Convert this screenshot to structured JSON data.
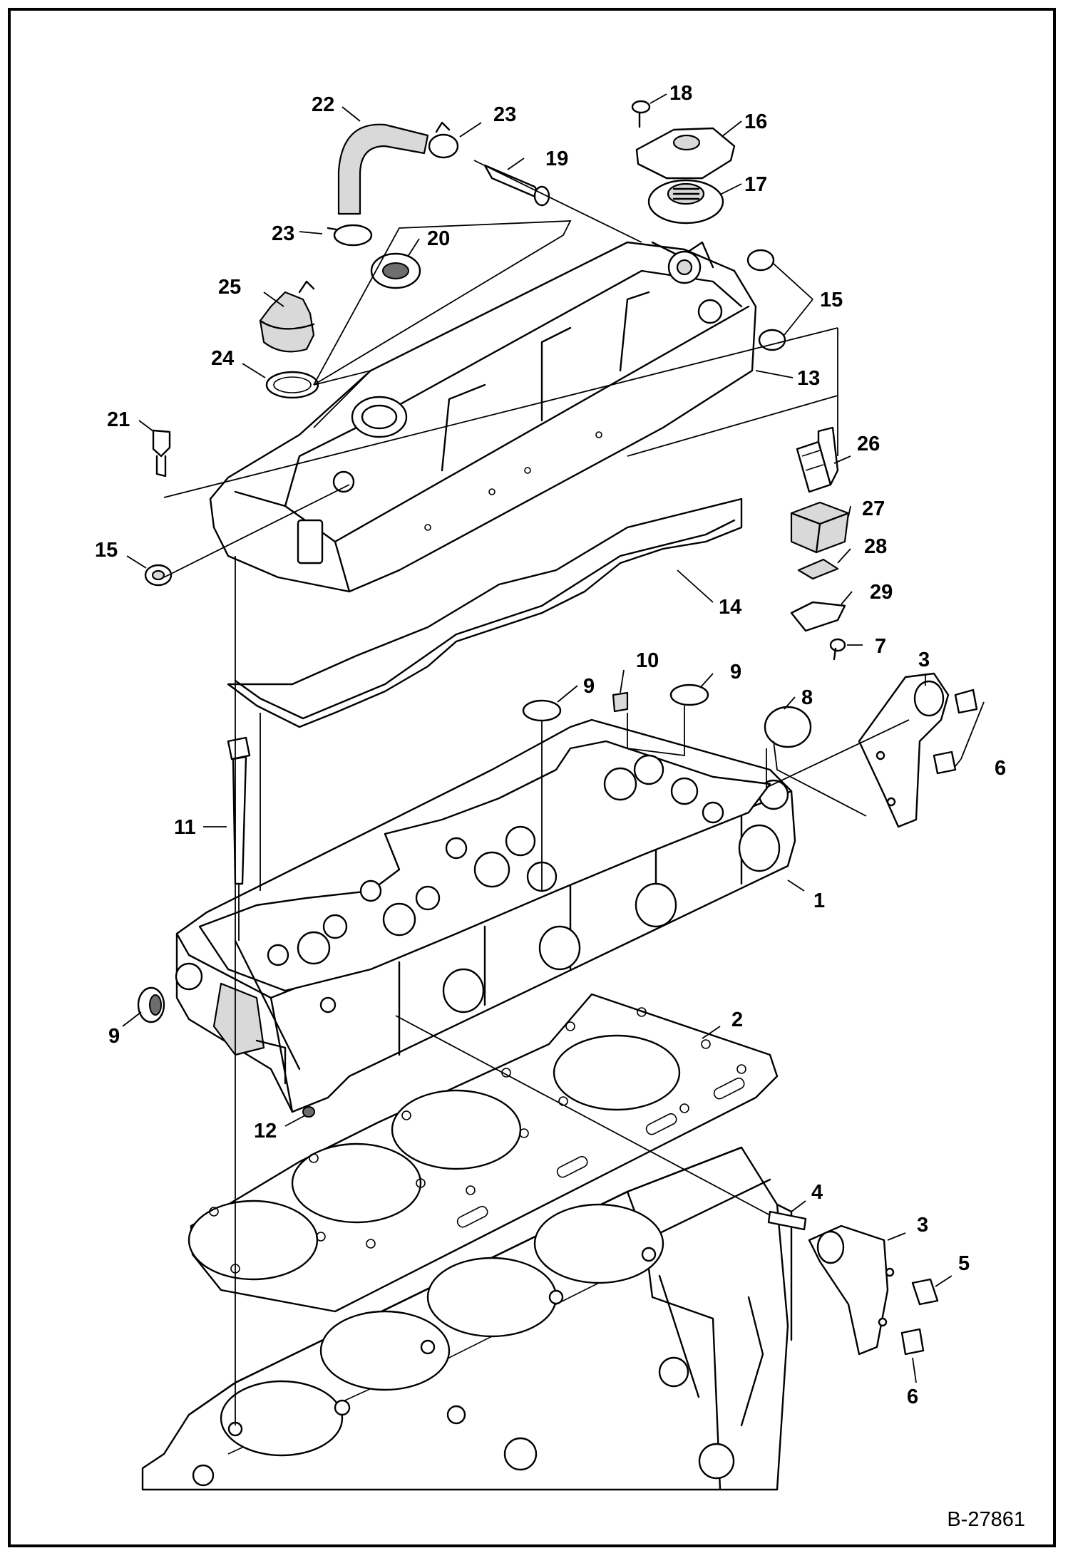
{
  "diagram": {
    "reference_id": "B-27861",
    "callouts": [
      {
        "id": "c1",
        "label": "1"
      },
      {
        "id": "c2",
        "label": "2"
      },
      {
        "id": "c3a",
        "label": "3"
      },
      {
        "id": "c3b",
        "label": "3"
      },
      {
        "id": "c4",
        "label": "4"
      },
      {
        "id": "c5",
        "label": "5"
      },
      {
        "id": "c6a",
        "label": "6"
      },
      {
        "id": "c6b",
        "label": "6"
      },
      {
        "id": "c7",
        "label": "7"
      },
      {
        "id": "c8",
        "label": "8"
      },
      {
        "id": "c9a",
        "label": "9"
      },
      {
        "id": "c9b",
        "label": "9"
      },
      {
        "id": "c9c",
        "label": "9"
      },
      {
        "id": "c10",
        "label": "10"
      },
      {
        "id": "c11",
        "label": "11"
      },
      {
        "id": "c12",
        "label": "12"
      },
      {
        "id": "c13",
        "label": "13"
      },
      {
        "id": "c14",
        "label": "14"
      },
      {
        "id": "c15a",
        "label": "15"
      },
      {
        "id": "c15b",
        "label": "15"
      },
      {
        "id": "c16",
        "label": "16"
      },
      {
        "id": "c17",
        "label": "17"
      },
      {
        "id": "c18",
        "label": "18"
      },
      {
        "id": "c19",
        "label": "19"
      },
      {
        "id": "c20",
        "label": "20"
      },
      {
        "id": "c21",
        "label": "21"
      },
      {
        "id": "c22",
        "label": "22"
      },
      {
        "id": "c23a",
        "label": "23"
      },
      {
        "id": "c23b",
        "label": "23"
      },
      {
        "id": "c24",
        "label": "24"
      },
      {
        "id": "c25",
        "label": "25"
      },
      {
        "id": "c26",
        "label": "26"
      },
      {
        "id": "c27",
        "label": "27"
      },
      {
        "id": "c28",
        "label": "28"
      },
      {
        "id": "c29",
        "label": "29"
      }
    ]
  }
}
